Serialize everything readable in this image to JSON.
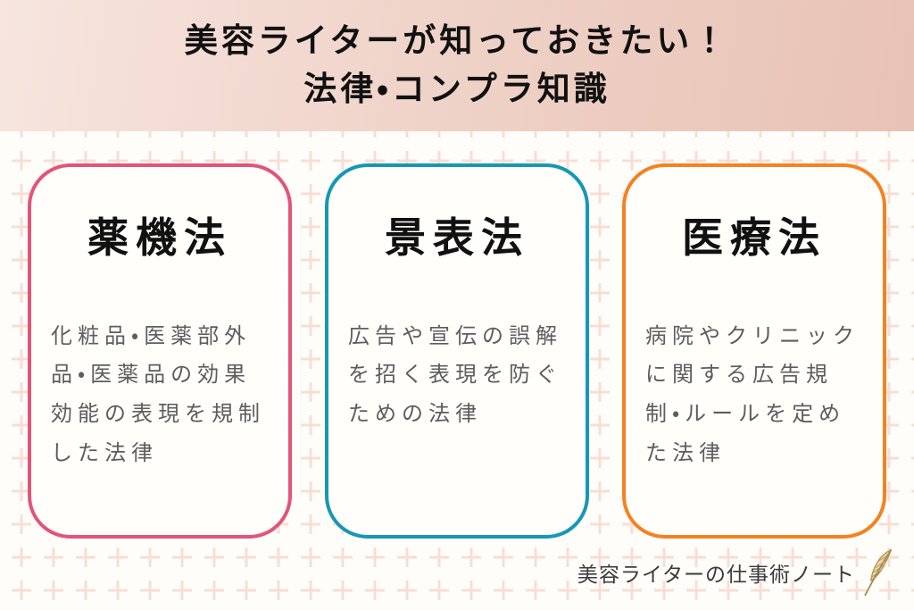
{
  "header": {
    "title_line1": "美容ライターが知っておきたい！",
    "title_line2": "法律・コンプラ知識"
  },
  "cards": [
    {
      "title": "薬機法",
      "description": "化粧品・医薬部外品・医薬品の効果効能の表現を規制した法律",
      "accent_color": "#e25578"
    },
    {
      "title": "景表法",
      "description": "広告や宣伝の誤解を招く表現を防ぐための法律",
      "accent_color": "#1697b6"
    },
    {
      "title": "医療法",
      "description": "病院やクリニックに関する広告規制・ルールを定めた法律",
      "accent_color": "#f5821f"
    }
  ],
  "footer": {
    "site_name": "美容ライターの仕事術ノート",
    "quill_icon": "quill-feather"
  },
  "colors": {
    "header_gradient_start": "#f7e5df",
    "header_gradient_end": "#e8c2b5",
    "page_background": "#fffdfa",
    "plus_pattern": "#f7ded4",
    "card_background": "#fffefb",
    "title_text": "#111111",
    "body_text": "#5d5d5d",
    "footer_text": "#3a3a3a",
    "quill_tan": "#bfa06e",
    "card_pink": "#e25578",
    "card_teal": "#1697b6",
    "card_orange": "#f5821f"
  }
}
